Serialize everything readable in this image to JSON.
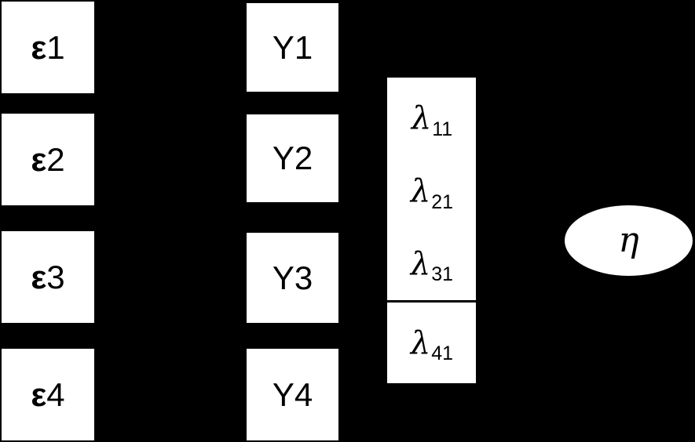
{
  "diagram": {
    "type": "sem-measurement-model",
    "colors": {
      "background": "#000000",
      "shape_fill": "#ffffff",
      "text": "#000000"
    },
    "error_terms": [
      {
        "symbol": "ε",
        "index": "1"
      },
      {
        "symbol": "ε",
        "index": "2"
      },
      {
        "symbol": "ε",
        "index": "3"
      },
      {
        "symbol": "ε",
        "index": "4"
      }
    ],
    "indicators": [
      {
        "label": "Y1"
      },
      {
        "label": "Y2"
      },
      {
        "label": "Y3"
      },
      {
        "label": "Y4"
      }
    ],
    "loading_vector": {
      "symbol": "λ",
      "entries": [
        {
          "subscript": "11"
        },
        {
          "subscript": "21"
        },
        {
          "subscript": "31"
        },
        {
          "subscript": "41"
        }
      ],
      "partition_after": 3
    },
    "latent_variable": {
      "label": "η"
    }
  }
}
